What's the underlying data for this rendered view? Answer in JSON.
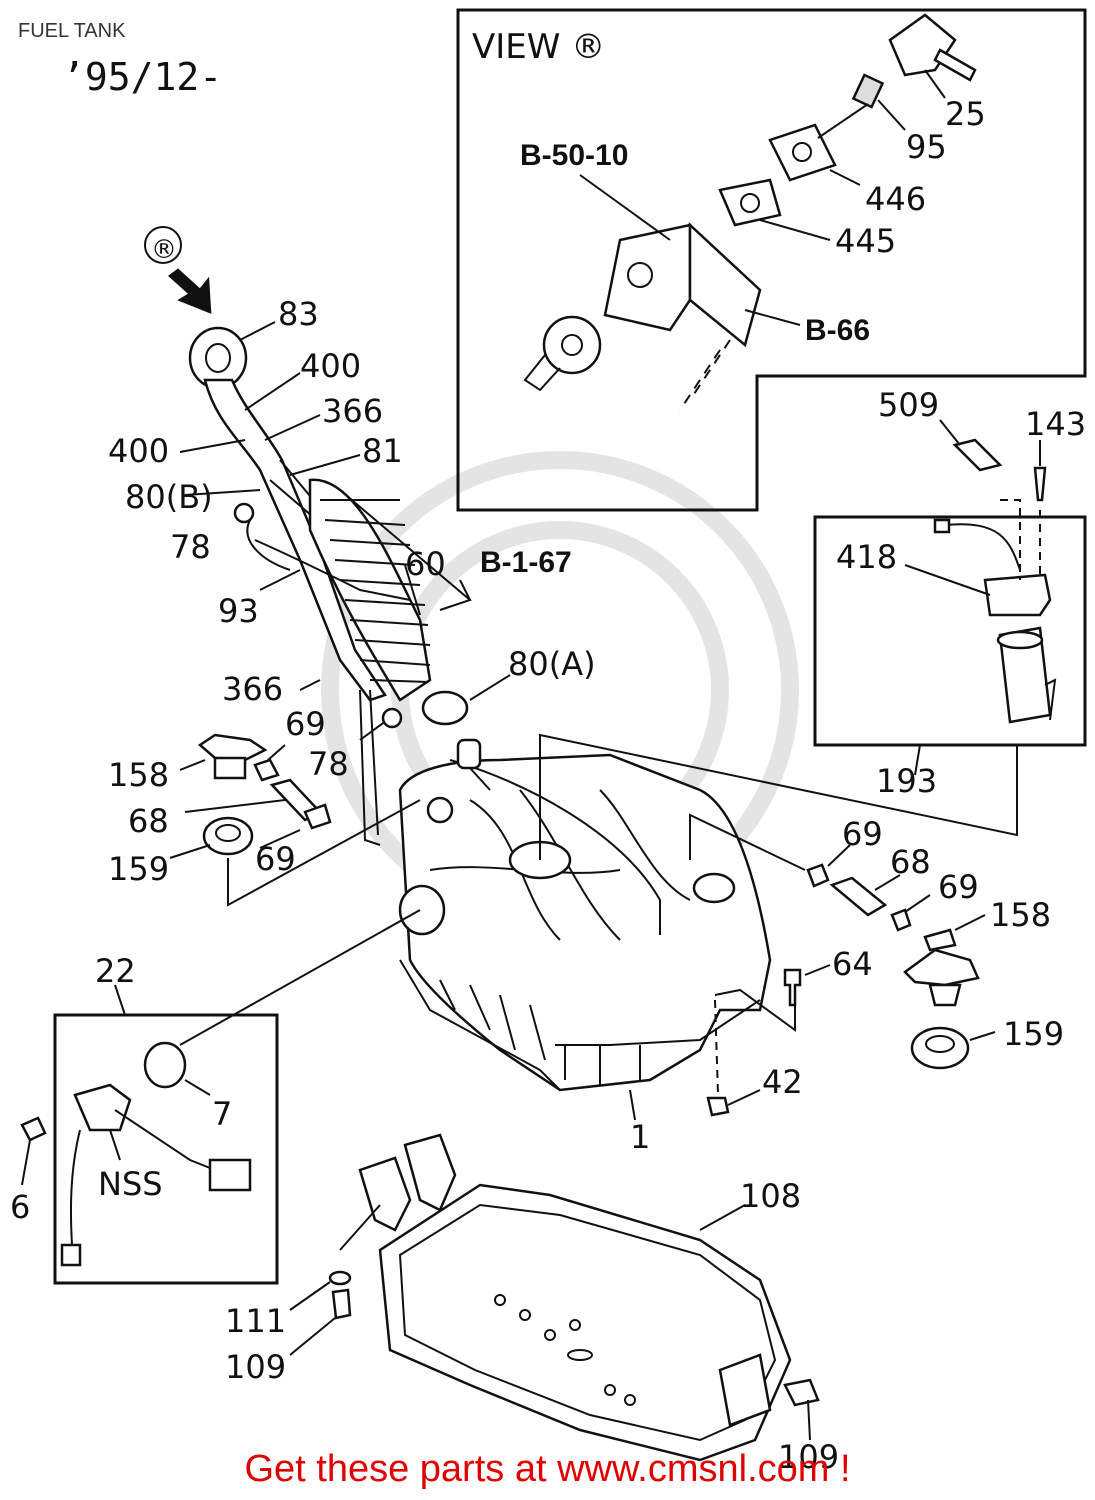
{
  "header": {
    "title": "FUEL TANK",
    "subtitle": "’95/12-"
  },
  "view_box": {
    "title": "VIEW ®"
  },
  "callouts": {
    "c83": "83",
    "c400a": "400",
    "c366a": "366",
    "c400b": "400",
    "c81": "81",
    "c80b": "80(B)",
    "c78a": "78",
    "c60": "60",
    "c93": "93",
    "c366b": "366",
    "c80a": "80(A)",
    "c69a": "69",
    "c78b": "78",
    "c158a": "158",
    "c68a": "68",
    "c159a": "159",
    "c69b": "69",
    "c25": "25",
    "c95": "95",
    "c446": "446",
    "c445": "445",
    "c509": "509",
    "c143": "143",
    "c418": "418",
    "c193": "193",
    "c69c": "69",
    "c68b": "68",
    "c69d": "69",
    "c158b": "158",
    "c64": "64",
    "c159b": "159",
    "c42": "42",
    "c1": "1",
    "c22": "22",
    "c7": "7",
    "c6": "6",
    "cNSS": "NSS",
    "c108": "108",
    "c111": "111",
    "c109a": "109",
    "c109b": "109"
  },
  "refs": {
    "b5010": "B-50-10",
    "b66": "B-66",
    "b167": "B-1-67",
    "b_marker": "®"
  },
  "footer": {
    "text": "Get these parts at www.cmsnl.com !"
  },
  "colors": {
    "footer": "#e00000",
    "lines": "#111111",
    "watermark": "#e4e4e4"
  }
}
